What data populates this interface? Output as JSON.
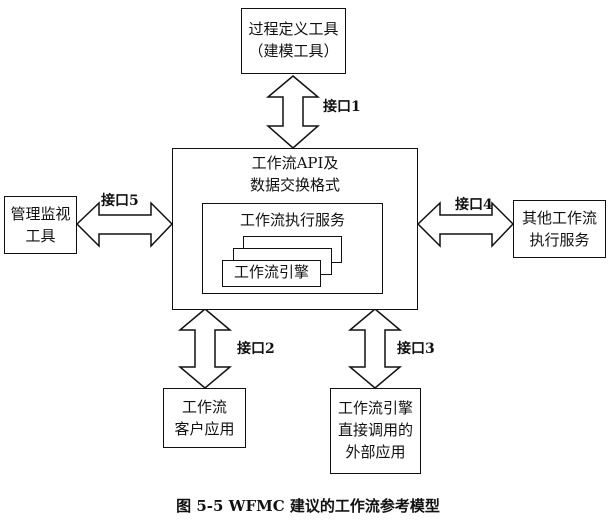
{
  "boxes": {
    "process_def": {
      "line1": "过程定义工具",
      "line2": "（建模工具）"
    },
    "main": {
      "line1": "工作流API及",
      "line2": "数据交换格式"
    },
    "exec_service": {
      "title": "工作流执行服务"
    },
    "engine": {
      "label": "工作流引擎"
    },
    "admin_monitor": {
      "line1": "管理监视",
      "line2": "工具"
    },
    "other_service": {
      "line1": "其他工作流",
      "line2": "执行服务"
    },
    "client_app": {
      "line1": "工作流",
      "line2": "客户应用"
    },
    "invoked_app": {
      "line1": "工作流引擎",
      "line2": "直接调用的",
      "line3": "外部应用"
    }
  },
  "interfaces": {
    "if1": "接口1",
    "if2": "接口2",
    "if3": "接口3",
    "if4": "接口4",
    "if5": "接口5"
  },
  "caption": "图 5-5 WFMC 建议的工作流参考模型"
}
